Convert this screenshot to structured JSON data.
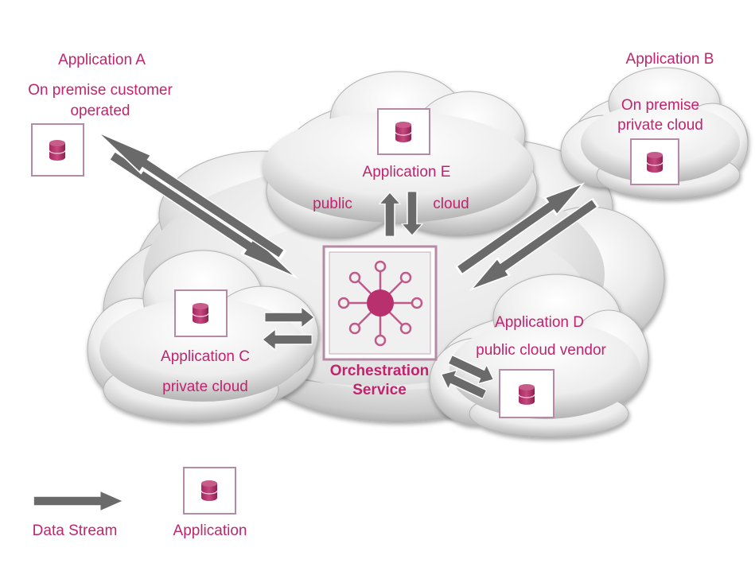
{
  "colors": {
    "accent": "#c0246e",
    "icon_frame": "#b58aa5",
    "arrow_fill": "#6a6a6a",
    "arrow_edge": "#ffffff",
    "cloud_light": "#f7f7f7",
    "cloud_dark": "#b8b8b8"
  },
  "application_a": {
    "title": "Application A",
    "line1": "On premise customer",
    "line2": "operated"
  },
  "application_b": {
    "title": "Application B",
    "line1": "On premise",
    "line2": "private cloud"
  },
  "application_c": {
    "title": "Application C",
    "line1": "private cloud"
  },
  "application_d": {
    "title": "Application D",
    "line1": "public cloud vendor"
  },
  "application_e": {
    "title": "Application E",
    "left": "public",
    "right": "cloud"
  },
  "orchestration": {
    "line1": "Orchestration",
    "line2": "Service"
  },
  "legend": {
    "data_stream": "Data Stream",
    "application": "Application"
  },
  "icons": {
    "application": "database-icon",
    "orchestration": "hub-network-icon",
    "data_stream": "arrow-right-icon"
  }
}
